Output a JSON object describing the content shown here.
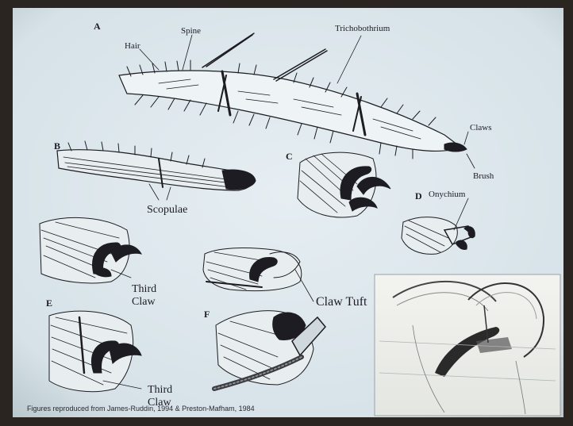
{
  "panels": [
    {
      "letter": "A"
    },
    {
      "letter": "B"
    },
    {
      "letter": "C"
    },
    {
      "letter": "D"
    },
    {
      "letter": "E"
    },
    {
      "letter": "F"
    }
  ],
  "labels": {
    "hair": "Hair",
    "spine": "Spine",
    "trichobothrium": "Trichobothrium",
    "claws": "Claws",
    "brush": "Brush",
    "scopulae": "Scopulae",
    "onychium": "Onychium",
    "third_claw_1_line1": "Third",
    "third_claw_1_line2": "Claw",
    "claw_tuft": "Claw Tuft",
    "third_claw_2_line1": "Third",
    "third_claw_2_line2": "Claw"
  },
  "credit": "Figures reproduced from James-Ruddin, 1994 & Preston-Mafham, 1984",
  "colors": {
    "slide_background": "#dfe9ee",
    "ink": "#1c1c22",
    "frame": "#2a2520"
  }
}
